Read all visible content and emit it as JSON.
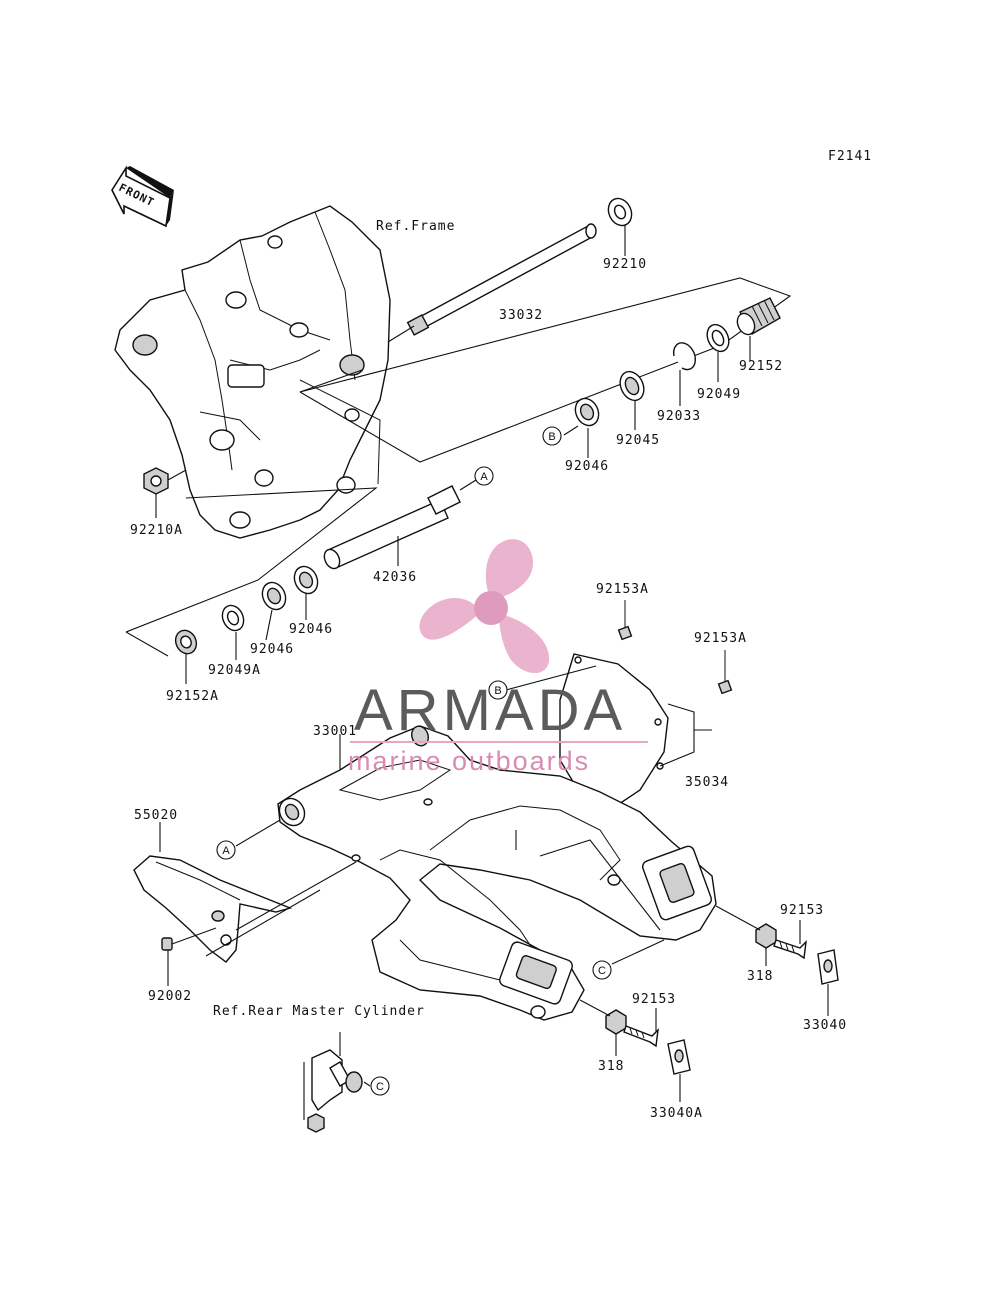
{
  "figure_code": "F2141",
  "front_label": "FRONT",
  "refs": {
    "frame": "Ref.Frame",
    "rear_master_cylinder": "Ref.Rear Master Cylinder"
  },
  "callouts": {
    "a": "A",
    "b": "B",
    "c": "C"
  },
  "parts": {
    "p92210": "92210",
    "p33032": "33032",
    "p92152": "92152",
    "p92049": "92049",
    "p92033": "92033",
    "p92045": "92045",
    "p92046_top": "92046",
    "p92210A": "92210A",
    "p42036": "42036",
    "p92046_a": "92046",
    "p92046_b": "92046",
    "p92049A": "92049A",
    "p92152A": "92152A",
    "p92153A_1": "92153A",
    "p92153A_2": "92153A",
    "p35034": "35034",
    "p33001": "33001",
    "p55020": "55020",
    "p92002": "92002",
    "p92153_1": "92153",
    "p318_1": "318",
    "p33040": "33040",
    "p92153_2": "92153",
    "p318_2": "318",
    "p33040A": "33040A"
  },
  "watermark": {
    "brand": "ARMADA",
    "tagline": "marine outboards",
    "color_logo": "#e7a6c6",
    "color_text": "#5b5b5b"
  }
}
